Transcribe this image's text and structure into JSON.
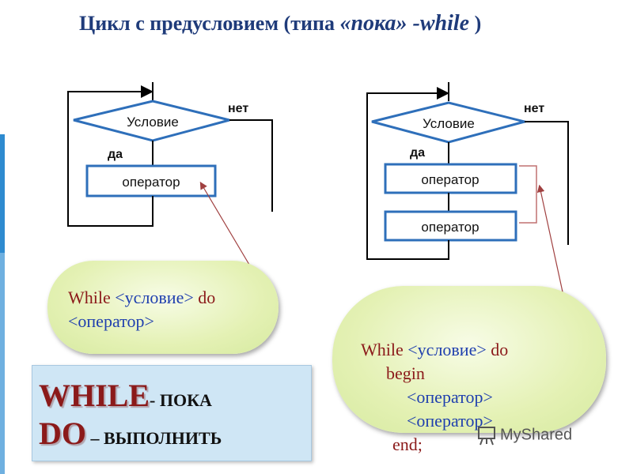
{
  "title": {
    "part1": "Цикл с предусловием (",
    "part2": "типа ",
    "part3": "«пока» -while",
    "part4": " )"
  },
  "colors": {
    "title": "#1f3b7a",
    "flow_stroke": "#2e6fba",
    "code_keyword": "#8b1a1a",
    "code_placeholder": "#1f3fae",
    "side_bar": "#2e8bd0"
  },
  "left_flowchart": {
    "condition": "Условие",
    "yes_label": "да",
    "no_label": "нет",
    "operator": "оператор"
  },
  "right_flowchart": {
    "condition": "Условие",
    "yes_label": "да",
    "no_label": "нет",
    "operator_1": "оператор",
    "operator_2": "оператор"
  },
  "left_code": {
    "keyword_while": "While ",
    "condition": "<условие>",
    "keyword_do": " do",
    "operator": "<оператор>"
  },
  "right_code": {
    "keyword_while": "While ",
    "condition": "<условие>",
    "keyword_do": " do",
    "begin": "begin",
    "operator_1": "<оператор>",
    "operator_2": "<оператор>",
    "end": "end;"
  },
  "glossary": {
    "while_key": "WHILE",
    "while_sep": "- ",
    "while_val": "ПОКА",
    "do_key": "DO",
    "do_sep": " – ",
    "do_val": "ВЫПОЛНИТЬ"
  },
  "watermark": {
    "text": "MyShared"
  }
}
